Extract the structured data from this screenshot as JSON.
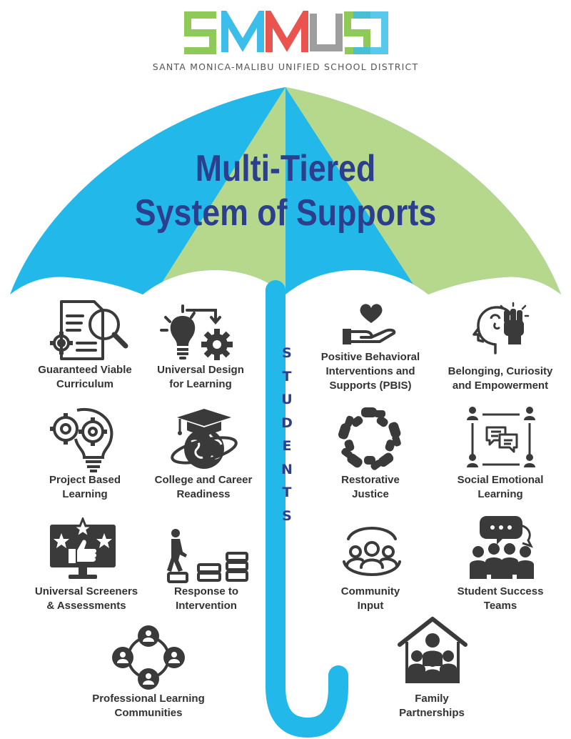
{
  "logo": {
    "wordmark": "SMMUSD",
    "district_name": "SANTA MONICA-MALIBU UNIFIED SCHOOL DISTRICT",
    "colors": [
      "#8fca59",
      "#3dbde9",
      "#e9554e",
      "#9e9e9e"
    ]
  },
  "title": {
    "line1": "Multi-Tiered",
    "line2": "System of Supports",
    "color": "#2b3f8c"
  },
  "umbrella": {
    "colors": {
      "blue": "#22b8ea",
      "green": "#b5d88d",
      "handle": "#22b8ea"
    },
    "handle_letters": [
      "S",
      "T",
      "U",
      "D",
      "E",
      "N",
      "T",
      "S"
    ]
  },
  "supports": [
    {
      "id": "gvc",
      "icon": "document-magnifier-icon",
      "lines": [
        "Guaranteed Viable",
        "Curriculum"
      ]
    },
    {
      "id": "udl",
      "icon": "lightbulb-gear-icon",
      "lines": [
        "Universal Design",
        "for Learning"
      ]
    },
    {
      "id": "pbis",
      "icon": "heart-hand-icon",
      "lines": [
        "Positive Behavioral",
        "Interventions and",
        "Supports (PBIS)"
      ]
    },
    {
      "id": "bce",
      "icon": "head-fist-icon",
      "lines": [
        "Belonging, Curiosity",
        "and Empowerment"
      ]
    },
    {
      "id": "pbl",
      "icon": "gear-bulb-icon",
      "lines": [
        "Project Based",
        "Learning"
      ]
    },
    {
      "id": "ccr",
      "icon": "graduation-globe-icon",
      "lines": [
        "College and Career",
        "Readiness"
      ]
    },
    {
      "id": "rj",
      "icon": "joined-hands-icon",
      "lines": [
        "Restorative",
        "Justice"
      ]
    },
    {
      "id": "sel",
      "icon": "people-chat-icon",
      "lines": [
        "Social Emotional",
        "Learning"
      ]
    },
    {
      "id": "usa",
      "icon": "monitor-stars-icon",
      "lines": [
        "Universal Screeners",
        "& Assessments"
      ]
    },
    {
      "id": "rti",
      "icon": "steps-person-icon",
      "lines": [
        "Response to",
        "Intervention"
      ]
    },
    {
      "id": "ci",
      "icon": "community-icon",
      "lines": [
        "Community",
        "Input"
      ]
    },
    {
      "id": "sst",
      "icon": "team-meeting-icon",
      "lines": [
        "Student Success",
        "Teams"
      ]
    },
    {
      "id": "plc",
      "icon": "network-people-icon",
      "lines": [
        "Professional Learning",
        "Communities"
      ]
    },
    {
      "id": "fp",
      "icon": "house-family-icon",
      "lines": [
        "Family",
        "Partnerships"
      ]
    }
  ],
  "icon_color": "#3a3a3a"
}
